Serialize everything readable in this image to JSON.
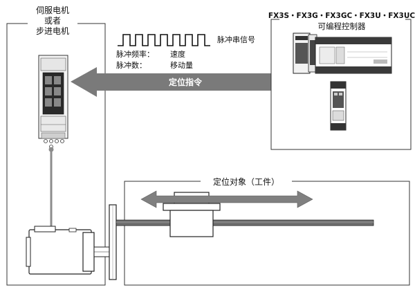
{
  "left_panel": {
    "title_line1": "伺服电机",
    "title_line2": "或者",
    "title_line3": "步进电机"
  },
  "plc": {
    "models_line": "FX3S・FX3G・FX3GC・FX3U・FX3UC",
    "title": "可编程控制器"
  },
  "pulse": {
    "signal_label": "脉冲串信号",
    "freq_label": "脉冲频率：",
    "freq_value": "速度",
    "count_label": "脉冲数：",
    "count_value": "移动量"
  },
  "command_arrow": {
    "label": "定位指令",
    "color": "#7a7a7a"
  },
  "workpiece": {
    "label": "定位对象（工件）",
    "arrow_color": "#808080"
  }
}
